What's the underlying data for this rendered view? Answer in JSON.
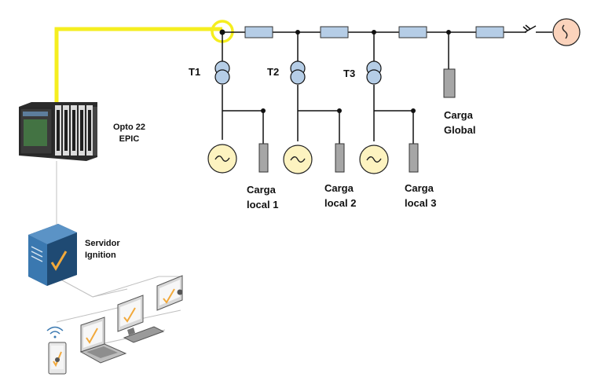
{
  "diagram": {
    "controller_label": [
      "Opto 22",
      "EPIC"
    ],
    "server_label": [
      "Servidor",
      "Ignition"
    ],
    "transformers": [
      "T1",
      "T2",
      "T3"
    ],
    "local_loads": [
      [
        "Carga",
        "local 1"
      ],
      [
        "Carga",
        "local 2"
      ],
      [
        "Carga",
        "local 3"
      ]
    ],
    "global_load": [
      "Carga",
      "Global"
    ],
    "colors": {
      "highlight_line": "#f5ee1f",
      "generator_fill": "#fdf3c0",
      "grid_source_fill": "#fbd3bc",
      "line_impedance_fill": "#b5cde6",
      "load_fill": "#a6a6a6",
      "server_blue": "#2a5d8c",
      "checkmark": "#f2a93b"
    },
    "icons": {
      "grid_source": "ac-grid-source-icon",
      "generator": "ac-generator-icon",
      "transformer": "transformer-icon",
      "breaker": "circuit-breaker-icon",
      "controller": "plc-controller-icon",
      "server": "server-icon",
      "clients": [
        "tablet-icon",
        "laptop-icon",
        "desktop-icon",
        "monitor-icon"
      ]
    }
  }
}
